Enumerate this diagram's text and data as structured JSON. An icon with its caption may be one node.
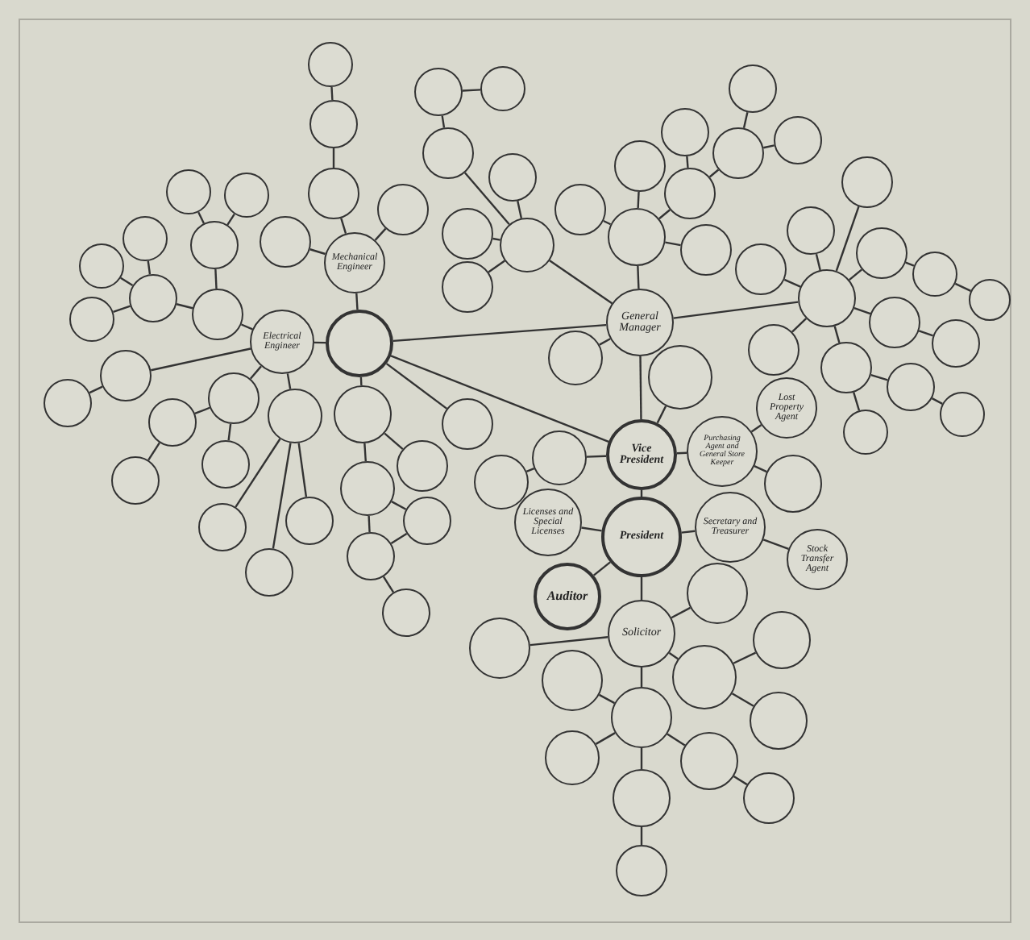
{
  "diagram": {
    "nodes": [
      {
        "text": [
          "President"
        ]
      },
      {
        "text": [
          "Vice President"
        ]
      },
      {
        "text": [
          "Secretary and Treasurer"
        ]
      },
      {
        "text": [
          "Stock Transfer Agent"
        ]
      },
      {
        "text": [
          "Licenses and Special Licenses"
        ]
      },
      {
        "text": [
          "Auditor"
        ]
      },
      {
        "text": [
          "Solicitor"
        ]
      },
      {
        "text": [],
        "shape": "circle"
      },
      {
        "text": [
          "Purchasing Agent and General Store Keeper"
        ]
      },
      {
        "text": [],
        "shape": "circle"
      },
      {
        "text": [
          "Lost Property Agent"
        ]
      },
      {
        "text": [],
        "shape": "circle"
      },
      {
        "text": [
          "General Manager"
        ]
      },
      {
        "text": [],
        "shape": "circle"
      },
      {
        "text": [
          "Electrical Engineer"
        ]
      },
      {
        "text": [
          "Mechanical Engineer"
        ]
      },
      {
        "text": [],
        "shape": "circle"
      },
      {
        "text": [],
        "shape": "circle"
      },
      {
        "text": [],
        "shape": "circle"
      },
      {
        "text": [],
        "shape": "circle"
      },
      {
        "text": [],
        "shape": "circle"
      },
      {
        "text": [],
        "shape": "circle"
      },
      {
        "text": [],
        "shape": "circle"
      },
      {
        "text": [],
        "shape": "circle"
      },
      {
        "text": [],
        "shape": "circle"
      },
      {
        "text": [],
        "shape": "circle"
      },
      {
        "text": [],
        "shape": "circle"
      },
      {
        "text": [],
        "shape": "circle"
      },
      {
        "text": [],
        "shape": "circle"
      },
      {
        "text": [],
        "shape": "circle"
      },
      {
        "text": [],
        "shape": "circle"
      },
      {
        "text": [],
        "shape": "circle"
      },
      {
        "text": [],
        "shape": "circle"
      },
      {
        "text": [],
        "shape": "circle"
      },
      {
        "text": [],
        "shape": "circle"
      },
      {
        "text": [],
        "shape": "circle"
      },
      {
        "text": [],
        "shape": "circle"
      },
      {
        "text": [],
        "shape": "circle"
      },
      {
        "text": [],
        "shape": "circle"
      },
      {
        "text": [],
        "shape": "circle"
      },
      {
        "text": [],
        "shape": "circle"
      },
      {
        "text": [],
        "shape": "circle"
      },
      {
        "text": [],
        "shape": "circle"
      },
      {
        "text": [],
        "shape": "circle"
      },
      {
        "text": [],
        "shape": "circle"
      },
      {
        "text": [],
        "shape": "circle"
      },
      {
        "text": [],
        "shape": "circle"
      },
      {
        "text": [],
        "shape": "circle"
      },
      {
        "text": [],
        "shape": "circle"
      },
      {
        "text": [],
        "shape": "circle"
      },
      {
        "text": [],
        "shape": "circle"
      },
      {
        "text": [],
        "shape": "circle"
      },
      {
        "text": [],
        "shape": "circle"
      },
      {
        "text": [],
        "shape": "circle"
      },
      {
        "text": [],
        "shape": "circle"
      },
      {
        "text": [],
        "shape": "circle"
      },
      {
        "text": [],
        "shape": "circle"
      },
      {
        "text": [],
        "shape": "circle"
      },
      {
        "text": [],
        "shape": "circle"
      },
      {
        "text": [],
        "shape": "circle"
      },
      {
        "text": [],
        "shape": "circle"
      },
      {
        "text": [],
        "shape": "circle"
      },
      {
        "text": [],
        "shape": "circle"
      },
      {
        "text": [],
        "shape": "circle"
      },
      {
        "text": [],
        "shape": "circle"
      },
      {
        "text": [],
        "shape": "circle"
      },
      {
        "text": [],
        "shape": "circle"
      },
      {
        "text": [],
        "shape": "circle"
      },
      {
        "text": [],
        "shape": "circle"
      },
      {
        "text": [],
        "shape": "circle"
      },
      {
        "text": [],
        "shape": "circle"
      },
      {
        "text": [],
        "shape": "circle"
      },
      {
        "text": [],
        "shape": "circle"
      },
      {
        "text": [],
        "shape": "circle"
      },
      {
        "text": [],
        "shape": "circle"
      },
      {
        "text": [],
        "shape": "circle"
      },
      {
        "text": [],
        "shape": "circle"
      },
      {
        "text": [],
        "shape": "circle"
      },
      {
        "text": [],
        "shape": "circle"
      },
      {
        "text": [],
        "shape": "circle"
      },
      {
        "text": [],
        "shape": "circle"
      },
      {
        "text": [],
        "shape": "circle"
      },
      {
        "text": [],
        "shape": "circle"
      },
      {
        "text": [],
        "shape": "circle"
      },
      {
        "text": [],
        "shape": "circle"
      },
      {
        "text": [],
        "shape": "circle"
      },
      {
        "text": [],
        "shape": "circle"
      },
      {
        "text": [],
        "shape": "circle"
      },
      {
        "text": [],
        "shape": "circle"
      },
      {
        "text": [],
        "shape": "circle"
      }
    ],
    "edges": [
      {
        "from": 0,
        "to": 1,
        "arrow": "none"
      },
      {
        "from": 0,
        "to": 2,
        "arrow": "none"
      },
      {
        "from": 0,
        "to": 4,
        "arrow": "none"
      },
      {
        "from": 0,
        "to": 5,
        "arrow": "none"
      },
      {
        "from": 0,
        "to": 6,
        "arrow": "none"
      },
      {
        "from": 2,
        "to": 3,
        "arrow": "none"
      },
      {
        "from": 1,
        "to": 7,
        "arrow": "none"
      },
      {
        "from": 1,
        "to": 8,
        "arrow": "none"
      },
      {
        "from": 8,
        "to": 10,
        "arrow": "none"
      },
      {
        "from": 8,
        "to": 9,
        "arrow": "none"
      },
      {
        "from": 1,
        "to": 11,
        "arrow": "none"
      },
      {
        "from": 1,
        "to": 12,
        "arrow": "none"
      },
      {
        "from": 1,
        "to": 13,
        "arrow": "none"
      },
      {
        "from": 12,
        "to": 13,
        "arrow": "none"
      },
      {
        "from": 12,
        "to": 16,
        "arrow": "none"
      },
      {
        "from": 12,
        "to": 29,
        "arrow": "none"
      },
      {
        "from": 12,
        "to": 30,
        "arrow": "none"
      },
      {
        "from": 12,
        "to": 39,
        "arrow": "none"
      },
      {
        "from": 30,
        "to": 32,
        "arrow": "none"
      },
      {
        "from": 30,
        "to": 33,
        "arrow": "none"
      },
      {
        "from": 30,
        "to": 34,
        "arrow": "none"
      },
      {
        "from": 30,
        "to": 31,
        "arrow": "none"
      },
      {
        "from": 33,
        "to": 35,
        "arrow": "none"
      },
      {
        "from": 33,
        "to": 36,
        "arrow": "none"
      },
      {
        "from": 36,
        "to": 37,
        "arrow": "none"
      },
      {
        "from": 36,
        "to": 38,
        "arrow": "none"
      },
      {
        "from": 39,
        "to": 40,
        "arrow": "none"
      },
      {
        "from": 39,
        "to": 41,
        "arrow": "none"
      },
      {
        "from": 39,
        "to": 42,
        "arrow": "none"
      },
      {
        "from": 39,
        "to": 43,
        "arrow": "none"
      },
      {
        "from": 43,
        "to": 44,
        "arrow": "none"
      },
      {
        "from": 44,
        "to": 45,
        "arrow": "none"
      },
      {
        "from": 13,
        "to": 14,
        "arrow": "none"
      },
      {
        "from": 13,
        "to": 15,
        "arrow": "none"
      },
      {
        "from": 13,
        "to": 69,
        "arrow": "none"
      },
      {
        "from": 13,
        "to": 75,
        "arrow": "none"
      },
      {
        "from": 15,
        "to": 46,
        "arrow": "none"
      },
      {
        "from": 15,
        "to": 47,
        "arrow": "none"
      },
      {
        "from": 15,
        "to": 50,
        "arrow": "none"
      },
      {
        "from": 47,
        "to": 48,
        "arrow": "none"
      },
      {
        "from": 48,
        "to": 49,
        "arrow": "none"
      },
      {
        "from": 14,
        "to": 51,
        "arrow": "none"
      },
      {
        "from": 51,
        "to": 52,
        "arrow": "none"
      },
      {
        "from": 52,
        "to": 53,
        "arrow": "none"
      },
      {
        "from": 52,
        "to": 54,
        "arrow": "none"
      },
      {
        "from": 51,
        "to": 55,
        "arrow": "none"
      },
      {
        "from": 55,
        "to": 56,
        "arrow": "none"
      },
      {
        "from": 55,
        "to": 57,
        "arrow": "none"
      },
      {
        "from": 55,
        "to": 58,
        "arrow": "none"
      },
      {
        "from": 14,
        "to": 59,
        "arrow": "none"
      },
      {
        "from": 59,
        "to": 60,
        "arrow": "none"
      },
      {
        "from": 14,
        "to": 61,
        "arrow": "none"
      },
      {
        "from": 61,
        "to": 62,
        "arrow": "none"
      },
      {
        "from": 62,
        "to": 63,
        "arrow": "none"
      },
      {
        "from": 61,
        "to": 64,
        "arrow": "none"
      },
      {
        "from": 14,
        "to": 65,
        "arrow": "none"
      },
      {
        "from": 65,
        "to": 66,
        "arrow": "none"
      },
      {
        "from": 65,
        "to": 67,
        "arrow": "none"
      },
      {
        "from": 65,
        "to": 68,
        "arrow": "none"
      },
      {
        "from": 69,
        "to": 70,
        "arrow": "none"
      },
      {
        "from": 69,
        "to": 71,
        "arrow": "none"
      },
      {
        "from": 71,
        "to": 72,
        "arrow": "none"
      },
      {
        "from": 71,
        "to": 73,
        "arrow": "none"
      },
      {
        "from": 72,
        "to": 73,
        "arrow": "none"
      },
      {
        "from": 73,
        "to": 74,
        "arrow": "none"
      },
      {
        "from": 7,
        "to": 76,
        "arrow": "none"
      },
      {
        "from": 6,
        "to": 17,
        "arrow": "none"
      },
      {
        "from": 18,
        "to": 22,
        "arrow": "none"
      },
      {
        "from": 6,
        "to": 19,
        "arrow": "none"
      },
      {
        "from": 19,
        "to": 20,
        "arrow": "none"
      },
      {
        "from": 19,
        "to": 21,
        "arrow": "none"
      },
      {
        "from": 6,
        "to": 22,
        "arrow": "none"
      },
      {
        "from": 6,
        "to": 28,
        "arrow": "none"
      },
      {
        "from": 22,
        "to": 23,
        "arrow": "none"
      },
      {
        "from": 22,
        "to": 24,
        "arrow": "none"
      },
      {
        "from": 24,
        "to": 26,
        "arrow": "none"
      },
      {
        "from": 22,
        "to": 25,
        "arrow": "none"
      },
      {
        "from": 25,
        "to": 27,
        "arrow": "none"
      },
      {
        "from": 16,
        "to": 77,
        "arrow": "none"
      },
      {
        "from": 16,
        "to": 78,
        "arrow": "none"
      },
      {
        "from": 16,
        "to": 79,
        "arrow": "none"
      },
      {
        "from": 16,
        "to": 80,
        "arrow": "none"
      },
      {
        "from": 16,
        "to": 81,
        "arrow": "none"
      },
      {
        "from": 16,
        "to": 84,
        "arrow": "none"
      },
      {
        "from": 16,
        "to": 86,
        "arrow": "none"
      },
      {
        "from": 81,
        "to": 82,
        "arrow": "none"
      },
      {
        "from": 82,
        "to": 83,
        "arrow": "none"
      },
      {
        "from": 84,
        "to": 85,
        "arrow": "none"
      },
      {
        "from": 86,
        "to": 87,
        "arrow": "none"
      },
      {
        "from": 87,
        "to": 88,
        "arrow": "none"
      },
      {
        "from": 86,
        "to": 89,
        "arrow": "none"
      }
    ]
  }
}
